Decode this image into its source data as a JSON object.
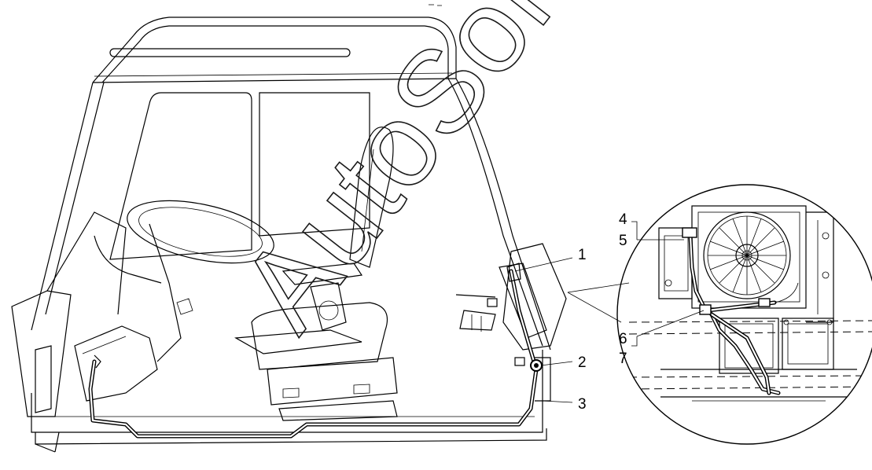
{
  "figure": {
    "watermark": "AutoSoft",
    "callouts": {
      "c1": "1",
      "c2": "2",
      "c3": "3",
      "c4": "4",
      "c5": "5",
      "c6": "6",
      "c7": "7"
    }
  },
  "colors": {
    "line": "#000000",
    "background": "#ffffff"
  }
}
